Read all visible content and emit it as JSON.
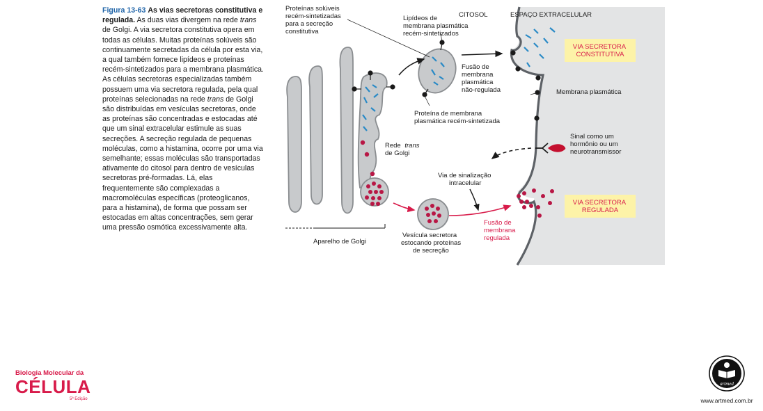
{
  "caption": {
    "figure_number": "Figura 13-63",
    "title": "As vias secretoras constitutiva e regulada.",
    "body_part1": "As duas vias divergem na rede ",
    "body_italic1": "trans",
    "body_part2": " de Golgi. A via secretora constitutiva opera em todas as células. Muitas proteínas solúveis são continuamente secretadas da célula por esta via, a qual também fornece lipídeos e proteínas recém-sintetizados para a membrana plasmática. As células secretoras especializadas também possuem uma via secretora regulada, pela qual proteínas selecionadas na rede ",
    "body_italic2": "trans",
    "body_part3": " de Golgi são distribuídas em vesículas secretoras, onde as proteínas são concentradas e estocadas até que um sinal extracelular estimule as suas secreções. A secreção regulada de pequenas moléculas, como a histamina, ocorre por uma via semelhante; essas moléculas são transportadas ativamente do citosol para dentro de vesículas secretoras pré-formadas. Lá, elas frequentemente são complexadas a macromoléculas específicas (proteoglicanos, para a histamina), de forma que possam ser estocadas em altas concentrações, sem gerar uma pressão osmótica excessivamente alta."
  },
  "diagram": {
    "region_cytosol": "CITOSOL",
    "region_extracellular": "ESPAÇO EXTRACELULAR",
    "soluble_proteins": [
      "Proteínas solúveis",
      "recém-sintetizadas",
      "para a secreção",
      "constitutiva"
    ],
    "lipids": [
      "Lipídeos de",
      "membrana plasmática",
      "recém-sintetizados"
    ],
    "unregulated_fusion": [
      "Fusão de",
      "membrana",
      "plasmática",
      "não-regulada"
    ],
    "membrane_protein": [
      "Proteína de membrana",
      "plasmática recém-sintetizada"
    ],
    "plasma_membrane": "Membrana plasmática",
    "trans_network": [
      "Rede",
      "trans",
      "de Golgi"
    ],
    "signal": [
      "Sinal como um",
      "hormônio ou um",
      "neurotransmissor"
    ],
    "signaling_path": [
      "Via de sinalização",
      "intracelular"
    ],
    "secretory_vesicle": [
      "Vesícula secretora",
      "estocando proteínas",
      "de secreção"
    ],
    "regulated_fusion": [
      "Fusão de",
      "membrana",
      "regulada"
    ],
    "golgi": "Aparelho de Golgi",
    "constitutive_box": [
      "VIA SECRETORA",
      "CONSTITUTIVA"
    ],
    "regulated_box": [
      "VIA SECRETORA",
      "REGULADA"
    ]
  },
  "footer": {
    "book_line1": "Biologia Molecular da",
    "book_title": "CÉLULA",
    "book_edition": "5ª Edição",
    "publisher_logo_text": "artmed",
    "publisher_url": "www.artmed.com.br"
  },
  "colors": {
    "accent_blue": "#1f64a8",
    "magenta": "#d81b4a",
    "box_yellow": "#fdf3a8",
    "extracellular_gray": "#e3e4e5",
    "organelle_gray": "#c8cacc"
  }
}
